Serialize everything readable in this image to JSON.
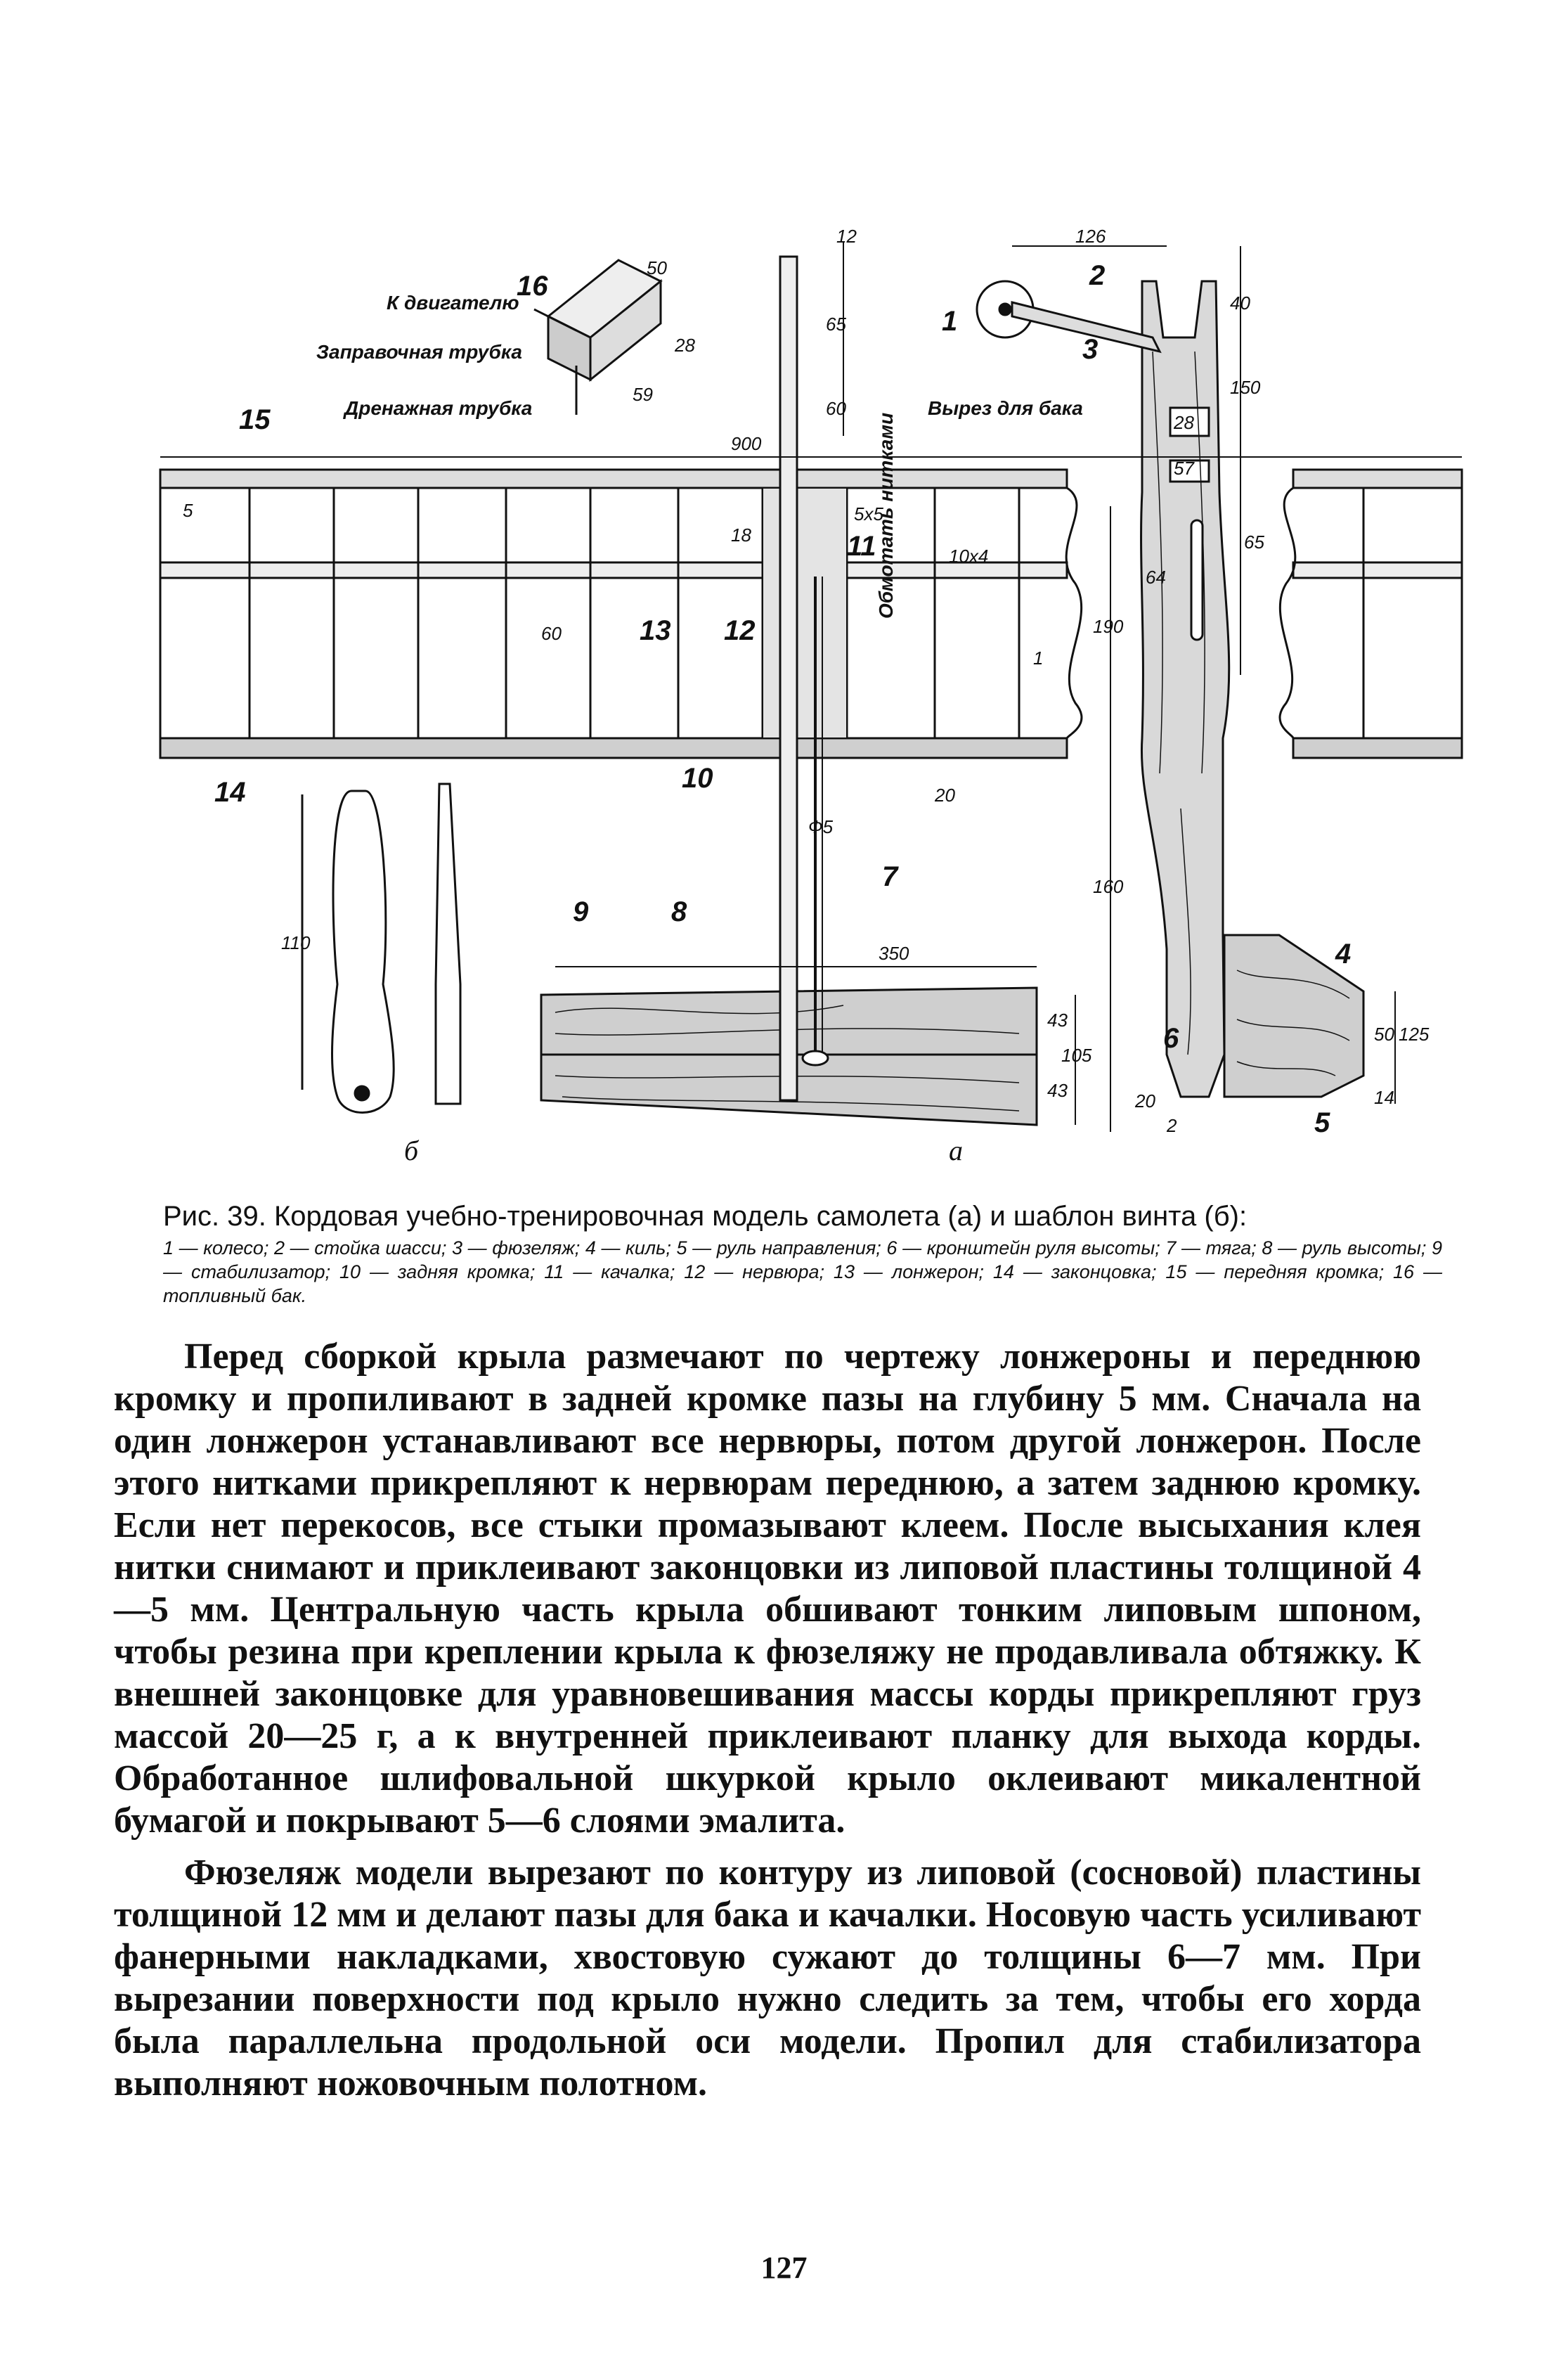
{
  "figure": {
    "labels": {
      "engine": "К двигателю",
      "fuel_tube": "Заправочная трубка",
      "drain_tube": "Дренажная трубка",
      "tank_cutout": "Вырез для бака",
      "trim_thread": "Обмотать нитками",
      "sub_b": "б",
      "sub_a": "а"
    },
    "dimensions": {
      "d12": "12",
      "d126": "126",
      "d50": "50",
      "d28": "28",
      "d59": "59",
      "d65": "65",
      "d60": "60",
      "d900": "900",
      "d5": "5",
      "d5x5": "5x5",
      "d18": "18",
      "d10x4": "10x4",
      "d60b": "60",
      "d190": "190",
      "d1": "1",
      "d40": "40",
      "d150": "150",
      "d28b": "28",
      "d57": "57",
      "d64": "64",
      "d65b": "65",
      "d20": "20",
      "d160": "160",
      "d110": "110",
      "dphi5": "Ф5",
      "d350": "350",
      "d43a": "43",
      "d105": "105",
      "d43b": "43",
      "d50b": "50",
      "d125": "125",
      "d14": "14",
      "d20b": "20",
      "d2": "2"
    },
    "callouts": {
      "c1": "1",
      "c2": "2",
      "c3": "3",
      "c4": "4",
      "c5": "5",
      "c6": "6",
      "c7": "7",
      "c8": "8",
      "c9": "9",
      "c10": "10",
      "c11": "11",
      "c12": "12",
      "c13": "13",
      "c14": "14",
      "c15": "15",
      "c16": "16"
    }
  },
  "caption": {
    "title": "Рис. 39. Кордовая учебно-тренировочная модель самолета (а) и шаблон винта (б):",
    "legend": "1 — колесо; 2 — стойка шасси; 3 — фюзеляж; 4 — киль; 5 — руль направления; 6 — кронштейн руля высоты; 7 — тяга; 8 — руль высоты; 9 — стабилизатор; 10 — задняя кромка; 11 — качалка; 12 — нервюра; 13 — лонжерон; 14 — законцовка; 15 — передняя кромка; 16 — топливный бак."
  },
  "body": {
    "p1": "Перед сборкой крыла размечают по чертежу лонжероны и переднюю кромку и пропиливают в задней кромке пазы на глубину 5 мм. Сначала на один лонжерон устанавливают все нервюры, потом другой лонжерон. После этого нитками прикрепляют к нервюрам переднюю, а затем заднюю кромку. Если нет перекосов, все стыки промазывают клеем. После высыхания клея нитки снимают и приклеивают законцовки из липовой пластины толщиной 4—5 мм. Центральную часть крыла обшивают тонким липовым шпоном, чтобы резина при креплении крыла к фюзеляжу не продавливала обтяжку. К внешней законцовке для уравновешивания массы корды прикрепляют груз массой 20—25 г, а к внутренней приклеивают планку для выхода корды. Обработанное шлифовальной шкуркой крыло оклеивают микалентной бумагой и покрывают 5—6 слоями эмалита.",
    "p2": "Фюзеляж модели вырезают по контуру из липовой (сосновой) пластины толщиной 12 мм и делают пазы для бака и качалки. Носовую часть усиливают фанерными накладками, хвостовую сужают до толщины 6—7 мм. При вырезании поверхности под крыло нужно следить за тем, чтобы его хорда была параллельна продольной оси модели. Пропил для стабилизатора выполняют ножовочным полотном."
  },
  "page_number": "127"
}
